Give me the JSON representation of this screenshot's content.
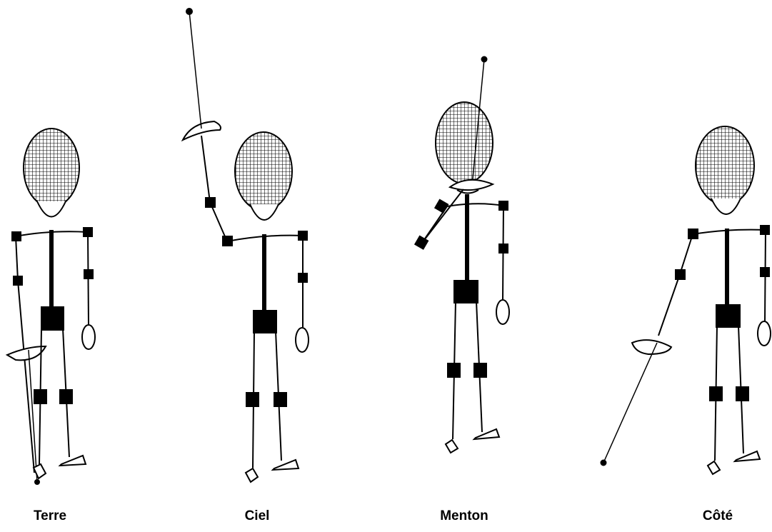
{
  "figures": [
    {
      "id": "terre",
      "label": "Terre",
      "weapon_arm": "low",
      "description_icon": "fencer-stick-figure-icon"
    },
    {
      "id": "ciel",
      "label": "Ciel",
      "weapon_arm": "high",
      "description_icon": "fencer-stick-figure-icon"
    },
    {
      "id": "menton",
      "label": "Menton",
      "weapon_arm": "chin",
      "description_icon": "fencer-stick-figure-icon"
    },
    {
      "id": "cote",
      "label": "Côté",
      "weapon_arm": "side",
      "description_icon": "fencer-stick-figure-icon"
    }
  ],
  "colors": {
    "ink": "#000000",
    "paper": "#ffffff",
    "mask_fill": "#bfbfbf"
  }
}
